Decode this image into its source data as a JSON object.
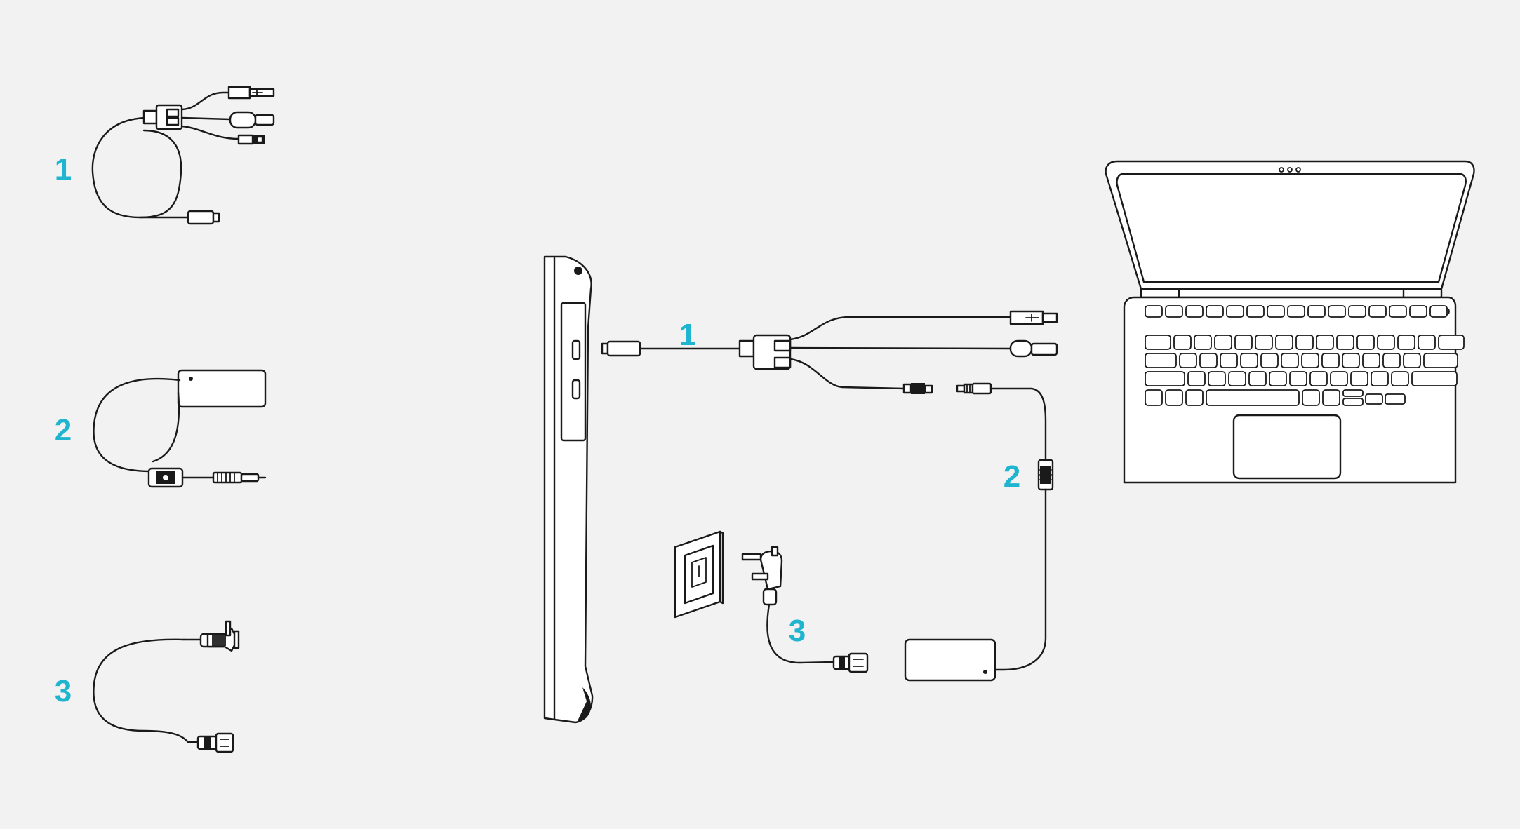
{
  "accent_color": "#1fb5cf",
  "stroke_color": "#1a1a1a",
  "background_color": "#f2f2f2",
  "components_list": [
    {
      "number": "1",
      "icon": "three-in-one-cable-icon"
    },
    {
      "number": "2",
      "icon": "power-adapter-icon"
    },
    {
      "number": "3",
      "icon": "power-cord-icon"
    }
  ],
  "connection_labels": {
    "cable": "1",
    "adapter": "2",
    "cord": "3"
  },
  "devices": {
    "tablet": "pen-display-side-view-icon",
    "laptop": "laptop-icon",
    "socket": "wall-socket-icon",
    "plug": "wall-plug-icon"
  }
}
